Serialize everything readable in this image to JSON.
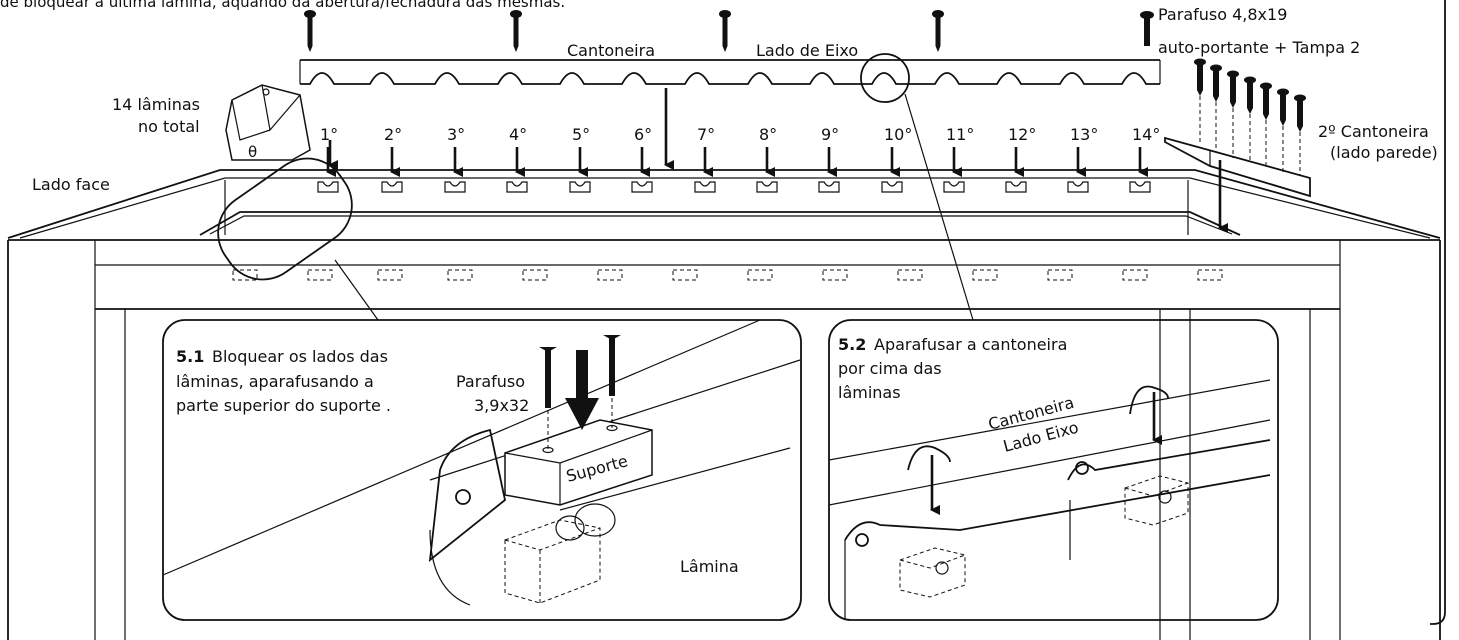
{
  "header_text": "de bloquear a última lâmina, aquando da abertura/fechadura das mesmas.",
  "labels": {
    "cantoneira": "Cantoneira",
    "lado_de_eixo": "Lado de Eixo",
    "screw_main_line1": "Parafuso 4,8x19",
    "screw_main_line2": "auto-portante + Tampa 2",
    "total_line1": "14 lâminas",
    "total_line2": "no total",
    "lado_face": "Lado face",
    "second_cantoneira_line1": "2º Cantoneira",
    "second_cantoneira_line2": "(lado parede)",
    "theta": "θ"
  },
  "blade_numbers": [
    "1°",
    "2°",
    "3°",
    "4°",
    "5°",
    "6°",
    "7°",
    "8°",
    "9°",
    "10°",
    "11°",
    "12°",
    "13°",
    "14°"
  ],
  "detail_1": {
    "number": "5.1",
    "text_line1": "Bloquear os lados das",
    "text_line2": "lâminas, aparafusando a",
    "text_line3": "parte superior do suporte .",
    "screw_line1": "Parafuso",
    "screw_line2": "3,9x32",
    "suporte": "Suporte",
    "lamina": "Lâmina"
  },
  "detail_2": {
    "number": "5.2",
    "text_line1": "Aparafusar a cantoneira",
    "text_line2": "por cima das",
    "text_line3": "lâminas",
    "angle_line1": "Cantoneira",
    "angle_line2": "Lado Eixo"
  }
}
